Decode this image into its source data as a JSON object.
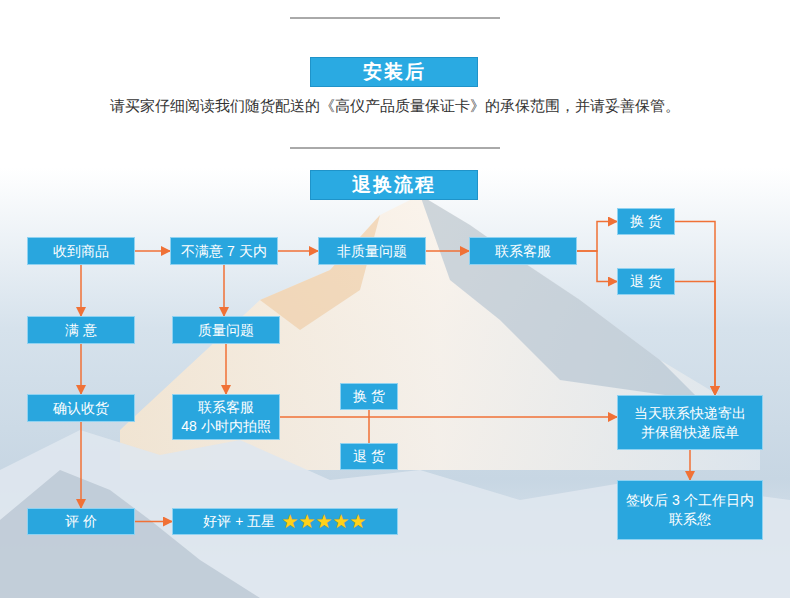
{
  "diagram": {
    "nodes": [
      {
        "text": [
          "安装后"
        ]
      },
      {
        "text": [
          "退换流程"
        ]
      },
      {
        "text": [
          "收到商品"
        ]
      },
      {
        "text": [
          "不满意 7 天内"
        ]
      },
      {
        "text": [
          "非质量问题"
        ]
      },
      {
        "text": [
          "联系客服"
        ]
      },
      {
        "text": [
          "换 货"
        ]
      },
      {
        "text": [
          "退 货"
        ]
      },
      {
        "text": [
          "满 意"
        ]
      },
      {
        "text": [
          "质量问题"
        ]
      },
      {
        "text": [
          "确认收货"
        ]
      },
      {
        "text": [
          "联系客服",
          "48 小时内拍照"
        ]
      },
      {
        "text": [
          "换 货"
        ]
      },
      {
        "text": [
          "退 货"
        ]
      },
      {
        "text": [
          "当天联系快递寄出",
          "并保留快递底单"
        ]
      },
      {
        "text": [
          "签收后 3 个工作日内",
          "联系您"
        ]
      },
      {
        "text": [
          "评 价"
        ]
      },
      {
        "text": [
          "好评 + 五星",
          "★★★★★"
        ]
      }
    ],
    "edges": [
      {
        "from": 2,
        "to": 3,
        "arrow": "to"
      },
      {
        "from": 3,
        "to": 4,
        "arrow": "to"
      },
      {
        "from": 4,
        "to": 5,
        "arrow": "to"
      },
      {
        "from": 5,
        "to": 6,
        "arrow": "to"
      },
      {
        "from": 5,
        "to": 7,
        "arrow": "to"
      },
      {
        "from": 6,
        "to": 14,
        "arrow": "to"
      },
      {
        "from": 7,
        "to": 14,
        "arrow": "to"
      },
      {
        "from": 2,
        "to": 8,
        "arrow": "to"
      },
      {
        "from": 3,
        "to": 9,
        "arrow": "to"
      },
      {
        "from": 8,
        "to": 10,
        "arrow": "to"
      },
      {
        "from": 9,
        "to": 11,
        "arrow": "to"
      },
      {
        "from": 10,
        "to": 16,
        "arrow": "to"
      },
      {
        "from": 16,
        "to": 17,
        "arrow": "to"
      },
      {
        "from": 11,
        "to": 14,
        "arrow": "to"
      },
      {
        "from": 12,
        "to": 13,
        "arrow": "none"
      },
      {
        "from": 14,
        "to": 15,
        "arrow": "to"
      }
    ],
    "labels": [
      "请买家仔细阅读我们随货配送的《高仪产品质量保证卡》的承保范围，并请妥善保管。"
    ]
  }
}
